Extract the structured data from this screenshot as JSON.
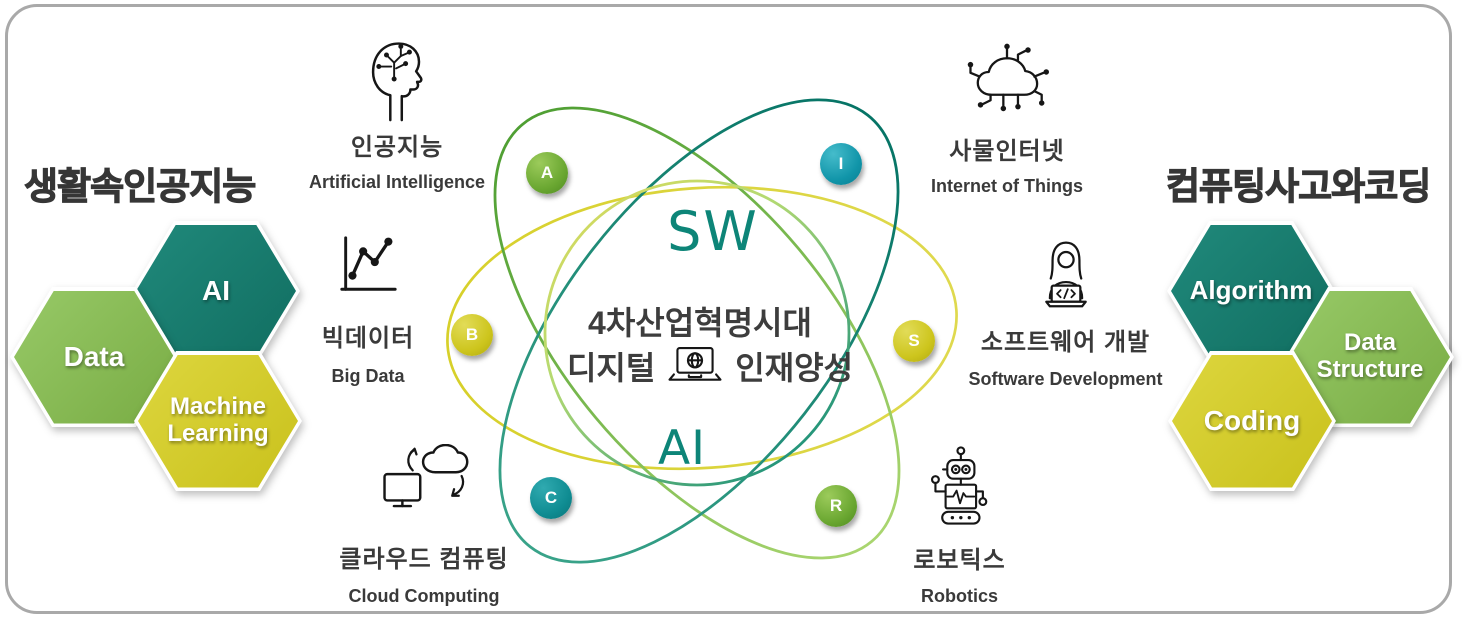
{
  "frame": {
    "border_color": "#a9a9a9"
  },
  "left_section": {
    "title": "생활속인공지능",
    "hex_ai": "AI",
    "hex_data": "Data",
    "hex_ml": "Machine Learning"
  },
  "right_section": {
    "title": "컴퓨팅사고와코딩",
    "hex_algorithm": "Algorithm",
    "hex_ds": "Data Structure",
    "hex_coding": "Coding"
  },
  "center": {
    "sw": "SW",
    "ai": "AI",
    "line1": "4차산업혁명시대",
    "line2_left": "디지털",
    "line2_right": "인재양성"
  },
  "badges": {
    "a": "A",
    "i": "I",
    "b": "B",
    "s": "S",
    "c": "C",
    "r": "R"
  },
  "items": {
    "ai": {
      "ko": "인공지능",
      "en": "Artificial Intelligence"
    },
    "bigdata": {
      "ko": "빅데이터",
      "en": "Big Data"
    },
    "cloud": {
      "ko": "클라우드 컴퓨팅",
      "en": "Cloud Computing"
    },
    "iot": {
      "ko": "사물인터넷",
      "en": "Internet of Things"
    },
    "swdev": {
      "ko": "소프트웨어 개발",
      "en": "Software Development"
    },
    "robot": {
      "ko": "로보틱스",
      "en": "Robotics"
    }
  },
  "colors": {
    "teal": "#13796c",
    "green": "#8abf55",
    "yellow": "#d5cd27",
    "orbit_teal": "#0d8173",
    "orbit_green": "#6db33f",
    "orbit_yellow": "#d9d22a",
    "accent_text": "#0d8578"
  }
}
